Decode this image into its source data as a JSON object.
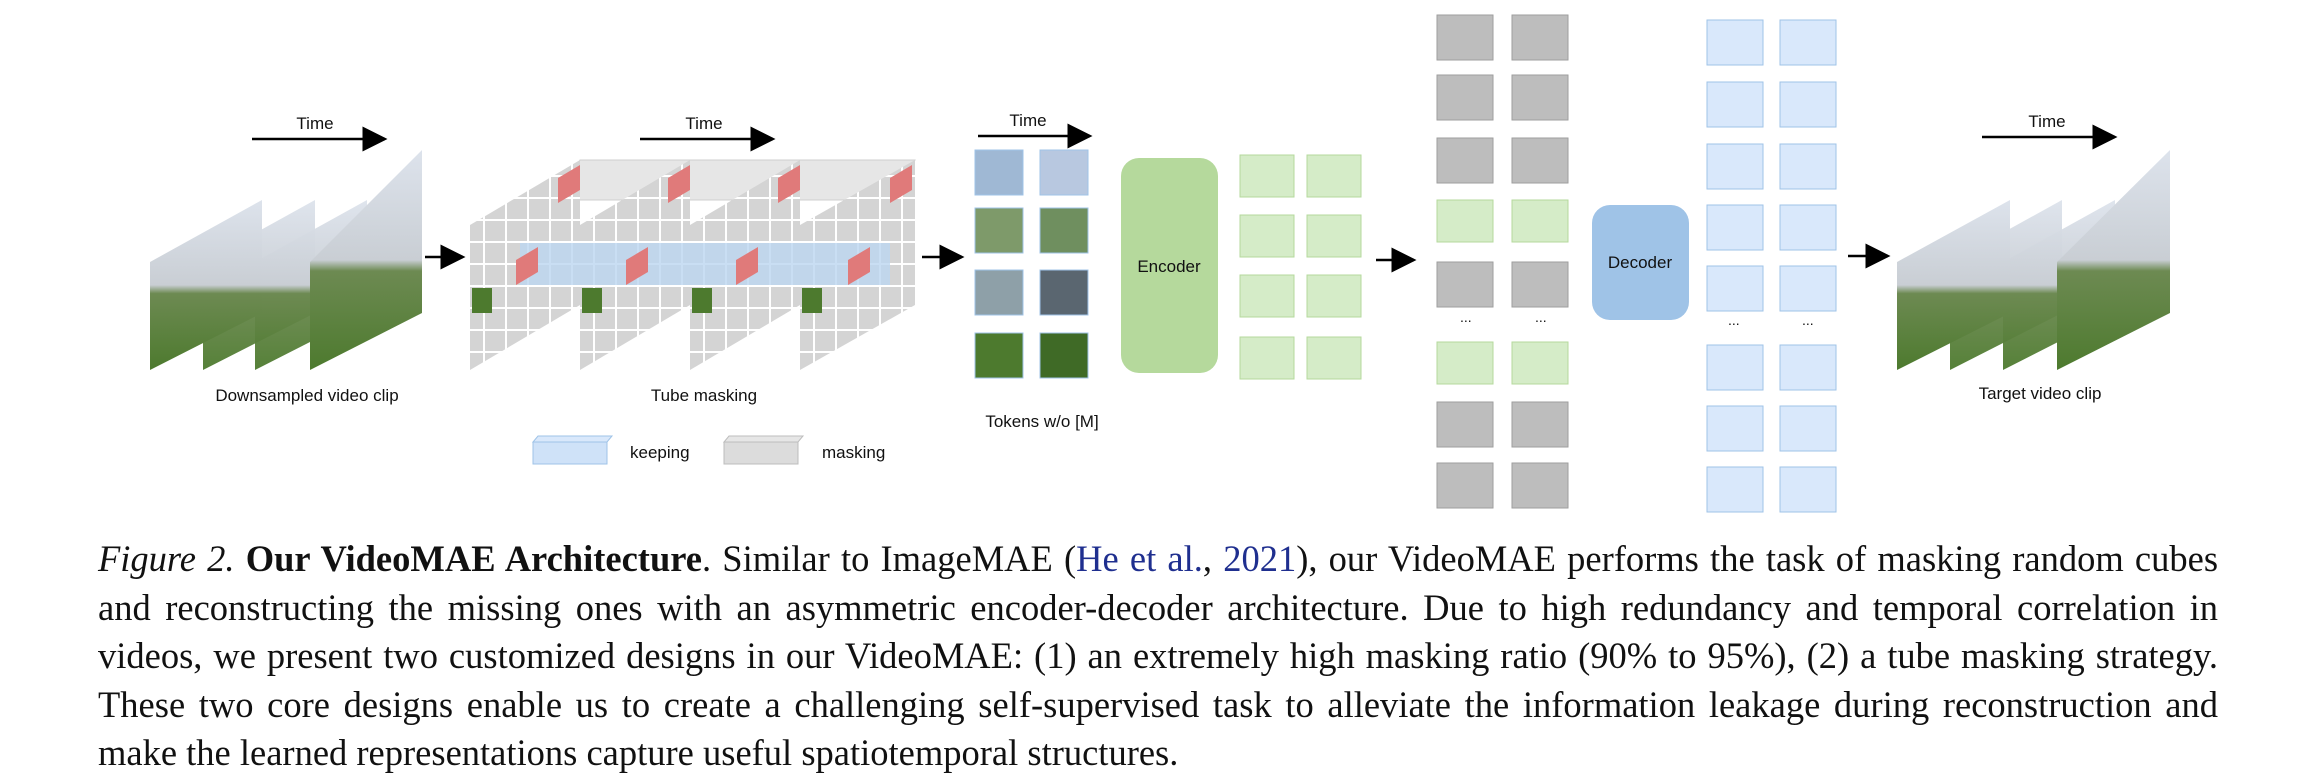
{
  "figure": {
    "input": {
      "time_label": "Time",
      "label": "Downsampled video clip"
    },
    "masking": {
      "time_label": "Time",
      "label": "Tube masking"
    },
    "legend": {
      "keeping": "keeping",
      "masking": "masking"
    },
    "tokens": {
      "time_label": "Time",
      "label": "Tokens w/o [M]"
    },
    "encoder": {
      "label": "Encoder"
    },
    "decoder": {
      "label": "Decoder"
    },
    "ellipsis": "...",
    "target": {
      "time_label": "Time",
      "label": "Target video clip"
    },
    "colors": {
      "encoder": "#b5d99c",
      "decoder": "#9fc3e7",
      "green_cube": "#d5ecc8",
      "gray_cube": "#bdbdbd",
      "blue_cube": "#d9e8fb",
      "mask_red": "#e07a7a",
      "keep_blue": "#bcd6f0"
    }
  },
  "caption": {
    "fig_label": "Figure 2.",
    "title": "Our VideoMAE Architecture",
    "text_a": ". Similar to ImageMAE (",
    "cite_author": "He et al.",
    "cite_sep": ", ",
    "cite_year": "2021",
    "text_b": "), our VideoMAE performs the task of masking random cubes and reconstructing the missing ones with an asymmetric encoder-decoder architecture. Due to high redundancy and temporal correlation in videos, we present two customized designs in our VideoMAE: (1) an extremely high masking ratio (90% to 95%), (2) a tube masking strategy. These two core designs enable us to create a challenging self-supervised task to alleviate the information leakage during reconstruction and make the learned representations capture useful spatiotemporal structures."
  }
}
